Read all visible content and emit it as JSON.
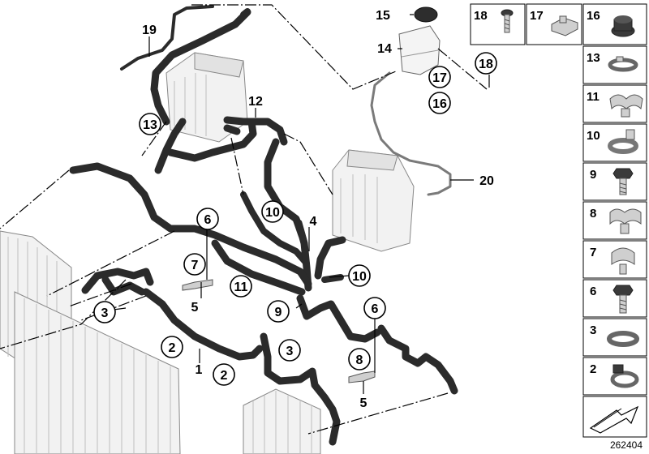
{
  "callouts": {
    "n1": "1",
    "n2a": "2",
    "n2b": "2",
    "n3a": "3",
    "n3b": "3",
    "n4": "4",
    "n5a": "5",
    "n5b": "5",
    "n6a": "6",
    "n6b": "6",
    "n7": "7",
    "n8": "8",
    "n9": "9",
    "n10a": "10",
    "n10b": "10",
    "n11": "11",
    "n12": "12",
    "n13": "13",
    "n14": "14",
    "n15": "15",
    "n16": "16",
    "n17": "17",
    "n18": "18",
    "n19": "19",
    "n20": "20"
  },
  "parts_legend": {
    "top_row": [
      "18",
      "17",
      "16"
    ],
    "column": [
      "13",
      "11",
      "10",
      "9",
      "8",
      "7",
      "6",
      "3",
      "2"
    ]
  },
  "reference_number": "262404"
}
